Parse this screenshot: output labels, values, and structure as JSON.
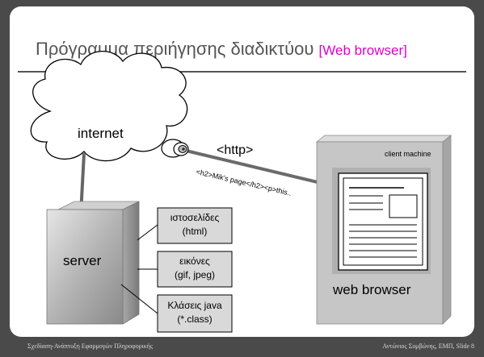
{
  "slide": {
    "title_main": "Πρόγραμμα περιήγησης διαδικτύου",
    "title_accent": "[Web browser]",
    "footer_left": "Σχεδίαση-Ανάπτυξη Εφαρμογών Πληροφορικής",
    "footer_right": "Αντώνιος Συμβώνης, ΕΜΠ, Slide 8"
  },
  "diagram": {
    "cloud_label": "internet",
    "protocol_label": "<http>",
    "payload_label": "<h2>Mik's page</h2><p>this..",
    "server_label": "server",
    "client_label": "client machine",
    "browser_label": "web browser",
    "resources": [
      {
        "line1": "ιστοσελίδες",
        "line2": "(html)"
      },
      {
        "line1": "εικόνες",
        "line2": "(gif, jpeg)"
      },
      {
        "line1": "Κλάσεις java",
        "line2": "(*.class)"
      }
    ]
  }
}
